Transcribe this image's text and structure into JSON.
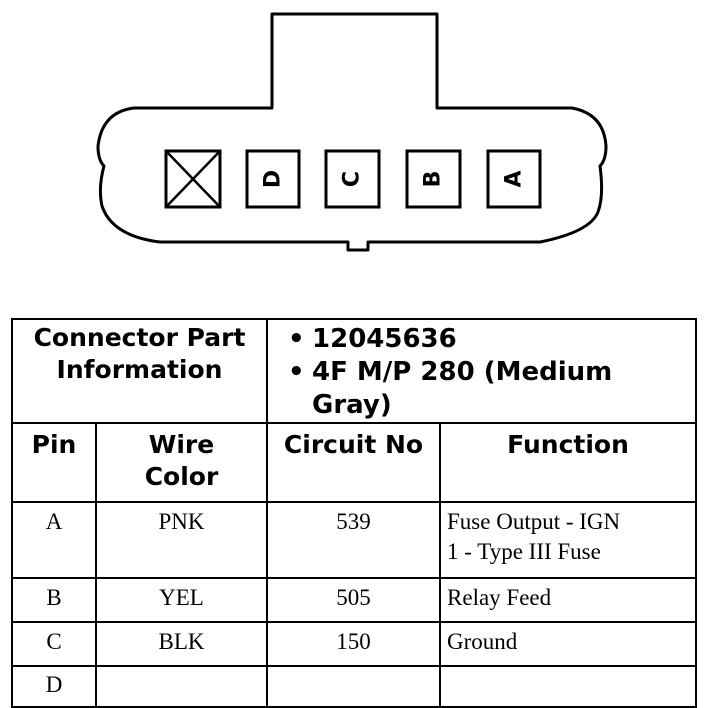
{
  "connector": {
    "pins": [
      {
        "label": "",
        "plugged": true
      },
      {
        "label": "D",
        "plugged": false
      },
      {
        "label": "C",
        "plugged": false
      },
      {
        "label": "B",
        "plugged": false
      },
      {
        "label": "A",
        "plugged": false
      }
    ]
  },
  "part_info": {
    "label": "Connector Part Information",
    "label_line1": "Connector Part",
    "label_line2": "Information",
    "part_number": "12045636",
    "description_line1": "4F M/P 280 (Medium",
    "description_line2": "Gray)"
  },
  "table": {
    "headers": {
      "pin": "Pin",
      "wire_color_line1": "Wire",
      "wire_color_line2": "Color",
      "circuit_no": "Circuit No",
      "function": "Function"
    },
    "rows": [
      {
        "pin": "A",
        "wire_color": "PNK",
        "circuit_no": "539",
        "function_line1": "Fuse Output - IGN",
        "function_line2": "1 - Type III Fuse"
      },
      {
        "pin": "B",
        "wire_color": "YEL",
        "circuit_no": "505",
        "function_line1": "Relay Feed",
        "function_line2": ""
      },
      {
        "pin": "C",
        "wire_color": "BLK",
        "circuit_no": "150",
        "function_line1": "Ground",
        "function_line2": ""
      },
      {
        "pin": "D",
        "wire_color": "",
        "circuit_no": "",
        "function_line1": "",
        "function_line2": ""
      }
    ]
  }
}
